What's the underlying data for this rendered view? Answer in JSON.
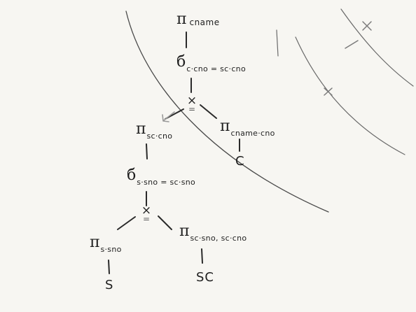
{
  "diagram": {
    "nodes": {
      "pi_cname": {
        "symbol": "π",
        "subscript": "cname"
      },
      "sigma_top": {
        "symbol": "б",
        "subscript": "c·cno = sc·cno"
      },
      "cross_top": {
        "symbol": "×",
        "mark": "="
      },
      "pi_sc_cno": {
        "symbol": "π",
        "subscript": "sc·cno"
      },
      "pi_cname_cno": {
        "symbol": "π",
        "subscript": "cname·cno"
      },
      "leaf_c": {
        "label": "C"
      },
      "sigma_mid": {
        "symbol": "б",
        "subscript": "s·sno = sc·sno"
      },
      "cross_bottom": {
        "symbol": "×",
        "mark": "="
      },
      "pi_s_sno": {
        "symbol": "π",
        "subscript": "s·sno"
      },
      "pi_sc_sno_cno": {
        "symbol": "π",
        "subscript": "sc·sno, sc·cno"
      },
      "leaf_s": {
        "label": "S"
      },
      "leaf_sc": {
        "label": "SC"
      }
    },
    "annotations": {
      "cross_mark_right": "×",
      "cross_mark_left": "×"
    }
  }
}
